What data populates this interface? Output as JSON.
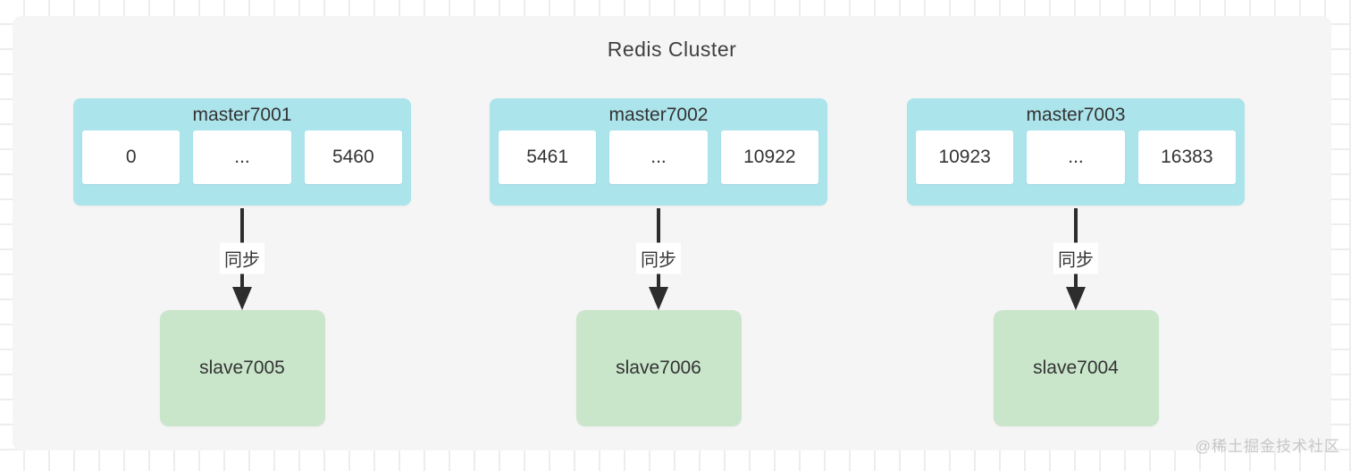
{
  "diagram": {
    "title": "Redis Cluster",
    "sync_label": "同步",
    "clusters": [
      {
        "master": {
          "label": "master7001",
          "slots": [
            "0",
            "...",
            "5460"
          ]
        },
        "slave": {
          "label": "slave7005"
        }
      },
      {
        "master": {
          "label": "master7002",
          "slots": [
            "5461",
            "...",
            "10922"
          ]
        },
        "slave": {
          "label": "slave7006"
        }
      },
      {
        "master": {
          "label": "master7003",
          "slots": [
            "10923",
            "...",
            "16383"
          ]
        },
        "slave": {
          "label": "slave7004"
        }
      }
    ],
    "colors": {
      "master_fill": "#ace4ec",
      "slave_fill": "#c9e6cb",
      "slot_fill": "#ffffff",
      "panel_bg": "#f5f5f5",
      "grid_line": "#ededed",
      "arrow": "#2d2d2d",
      "text": "#333333",
      "watermark_text": "#c7c7c7"
    }
  },
  "watermark": "@稀土掘金技术社区"
}
